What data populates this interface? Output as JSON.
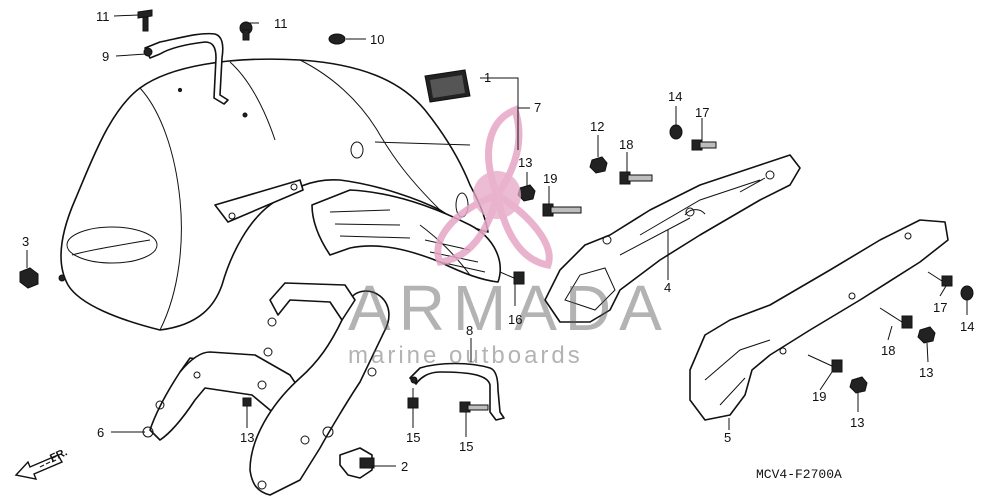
{
  "diagram": {
    "code": "MCV4-F2700A",
    "direction_label": "FR."
  },
  "watermark": {
    "brand": "ARMADA",
    "tagline": "marine outboards"
  },
  "callouts": [
    {
      "id": "c1",
      "label": "1"
    },
    {
      "id": "c2",
      "label": "2"
    },
    {
      "id": "c3",
      "label": "3"
    },
    {
      "id": "c4",
      "label": "4"
    },
    {
      "id": "c5",
      "label": "5"
    },
    {
      "id": "c6",
      "label": "6"
    },
    {
      "id": "c7",
      "label": "7"
    },
    {
      "id": "c8",
      "label": "8"
    },
    {
      "id": "c9",
      "label": "9"
    },
    {
      "id": "c10",
      "label": "10"
    },
    {
      "id": "c11a",
      "label": "11"
    },
    {
      "id": "c11b",
      "label": "11"
    },
    {
      "id": "c12",
      "label": "12"
    },
    {
      "id": "c13a",
      "label": "13"
    },
    {
      "id": "c13b",
      "label": "13"
    },
    {
      "id": "c13c",
      "label": "13"
    },
    {
      "id": "c13d",
      "label": "13"
    },
    {
      "id": "c14a",
      "label": "14"
    },
    {
      "id": "c14b",
      "label": "14"
    },
    {
      "id": "c15a",
      "label": "15"
    },
    {
      "id": "c15b",
      "label": "15"
    },
    {
      "id": "c16",
      "label": "16"
    },
    {
      "id": "c17a",
      "label": "17"
    },
    {
      "id": "c17b",
      "label": "17"
    },
    {
      "id": "c18a",
      "label": "18"
    },
    {
      "id": "c18b",
      "label": "18"
    },
    {
      "id": "c19a",
      "label": "19"
    },
    {
      "id": "c19b",
      "label": "19"
    }
  ],
  "colors": {
    "line": "#111111",
    "watermark_pink": "#e6a6c6",
    "watermark_grey": "#5b5b5b"
  }
}
